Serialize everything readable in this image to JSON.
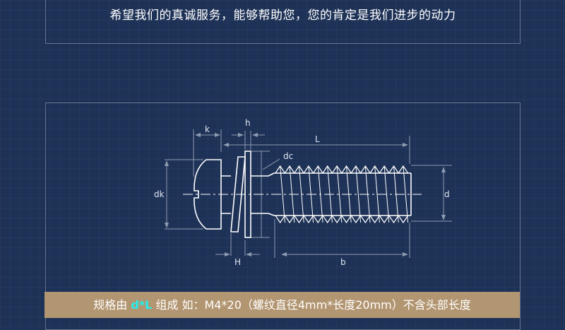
{
  "header": {
    "slogan": "希望我们的真诚服务，能够帮助您，您的肯定是我们进步的动力"
  },
  "diagram": {
    "labels": {
      "k": "k",
      "h": "h",
      "L": "L",
      "dc": "dc",
      "dk": "dk",
      "d": "d",
      "H": "H",
      "b": "b"
    }
  },
  "caption": {
    "prefix": "规格由",
    "highlight": "d*L",
    "suffix": "组成  如：M4*20（螺纹直径4mm*长度20mm）不含头部长度",
    "highlight_color": "#22f0f0"
  }
}
